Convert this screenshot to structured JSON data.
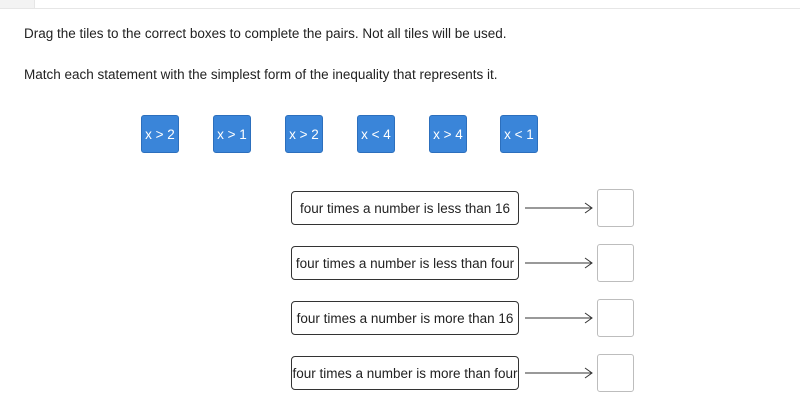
{
  "instructions": {
    "line1": "Drag the tiles to the correct boxes to complete the pairs. Not all tiles will be used.",
    "line2": "Match each statement with the simplest form of the inequality that represents it."
  },
  "tiles": [
    {
      "label": "x > 2"
    },
    {
      "label": "x > 1"
    },
    {
      "label": "x > 2"
    },
    {
      "label": "x < 4"
    },
    {
      "label": "x > 4"
    },
    {
      "label": "x < 1"
    }
  ],
  "statements": [
    {
      "text": "four times a number is less than 16",
      "answer": ""
    },
    {
      "text": "four times a number is less than four",
      "answer": ""
    },
    {
      "text": "four times a number is more than 16",
      "answer": ""
    },
    {
      "text": "four times a number is more than four",
      "answer": ""
    }
  ],
  "colors": {
    "tile_bg": "#3a85d9",
    "tile_text": "#ffffff",
    "statement_border": "#333333",
    "drop_box_border": "#bdbdbd"
  }
}
